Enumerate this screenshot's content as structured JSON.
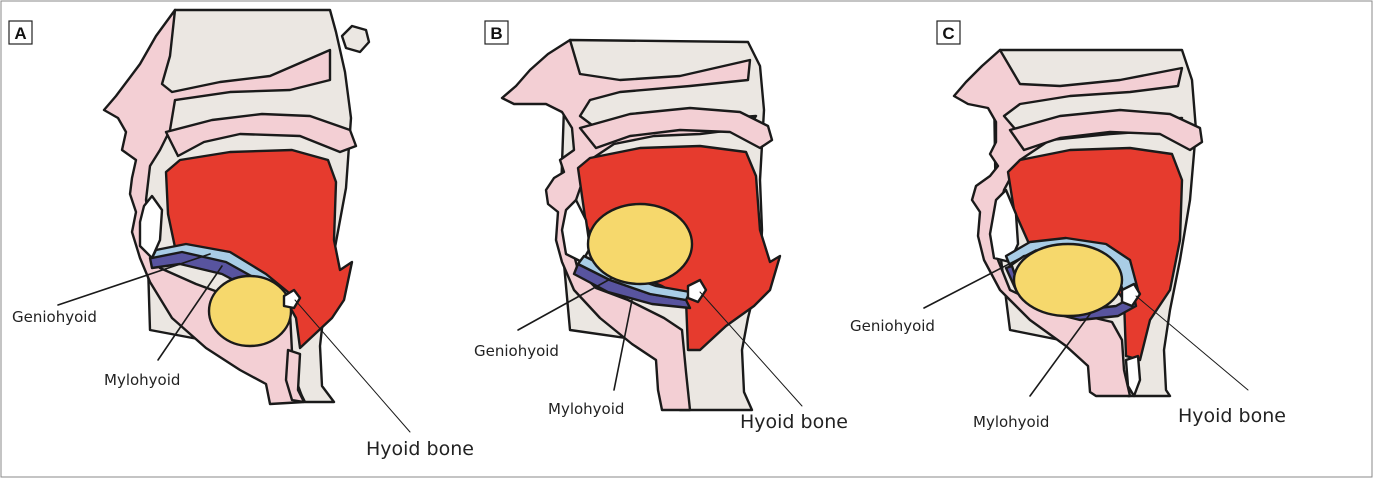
{
  "colors": {
    "skin": "#f3cfd4",
    "head_gray": "#ebe7e2",
    "tongue": "#e63b2e",
    "mass": "#f6d86c",
    "geniohyoid": "#a9cde6",
    "mylohyoid": "#58549f",
    "bone": "#ffffff",
    "outline": "#1a1a1a",
    "border": "#555555"
  },
  "panels": [
    {
      "id": "A",
      "label": "A",
      "geniohyoid": "Geniohyoid",
      "mylohyoid": "Mylohyoid",
      "hyoid": "Hyoid bone"
    },
    {
      "id": "B",
      "label": "B",
      "geniohyoid": "Geniohyoid",
      "mylohyoid": "Mylohyoid",
      "hyoid": "Hyoid bone"
    },
    {
      "id": "C",
      "label": "C",
      "geniohyoid": "Geniohyoid",
      "mylohyoid": "Mylohyoid",
      "hyoid": "Hyoid bone"
    }
  ]
}
